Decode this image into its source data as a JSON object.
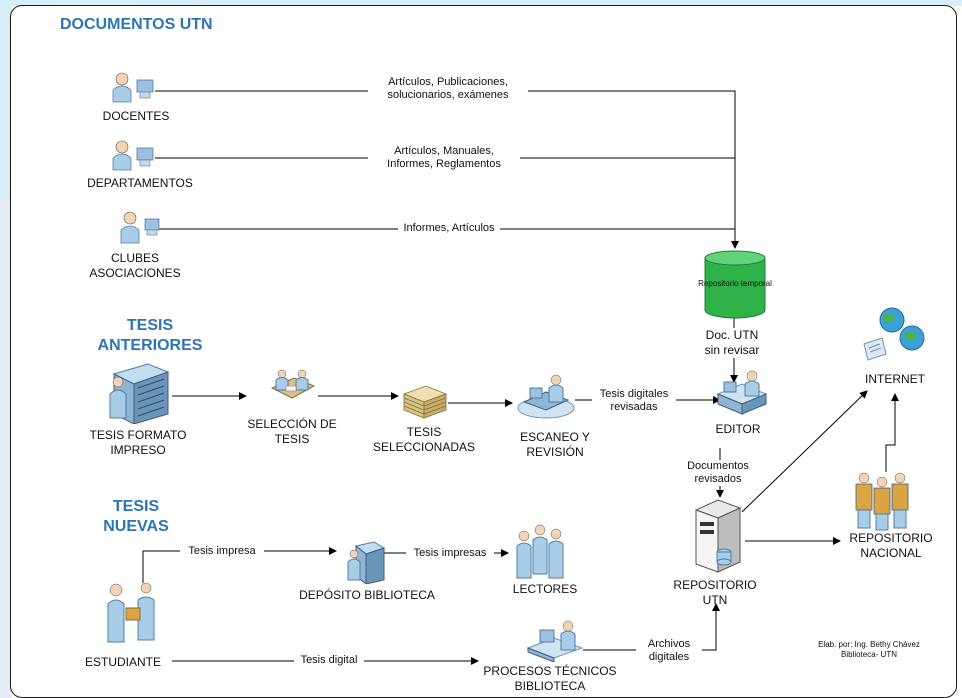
{
  "sections": {
    "documentos": "DOCUMENTOS UTN",
    "tesis_anteriores": "TESIS\nANTERIORES",
    "tesis_nuevas": "TESIS\nNUEVAS"
  },
  "nodes": {
    "docentes": "DOCENTES",
    "departamentos": "DEPARTAMENTOS",
    "clubes": "CLUBES\nASOCIACIONES",
    "repositorio_temporal": "Repositorio temporal",
    "doc_utn": "Doc. UTN\nsin revisar",
    "tesis_formato": "TESIS FORMATO\nIMPRESO",
    "seleccion": "SELECCIÓN DE\nTESIS",
    "tesis_seleccionadas": "TESIS\nSELECCIONADAS",
    "escaneo": "ESCANEO Y\nREVISIÓN",
    "editor": "EDITOR",
    "internet": "INTERNET",
    "estudiante": "ESTUDIANTE",
    "deposito": "DEPÓSITO BIBLIOTECA",
    "lectores": "LECTORES",
    "repositorio_utn": "REPOSITORIO\nUTN",
    "repositorio_nacional": "REPOSITORIO\nNACIONAL",
    "procesos": "PROCESOS TÉCNICOS\nBIBLIOTECA"
  },
  "edges": {
    "docentes": "Artículos, Publicaciones,\nsolucionarios, exámenes",
    "departamentos": "Artículos, Manuales,\nInformes, Reglamentos",
    "clubes": "Informes, Artículos",
    "tesis_digitales": "Tesis digitales\nrevisadas",
    "documentos_revisados": "Documentos\nrevisados",
    "tesis_impresa": "Tesis impresa",
    "tesis_impresas": "Tesis impresas",
    "tesis_digital": "Tesis digital",
    "archivos_digitales": "Archivos\ndigitales"
  },
  "credit": "Elab. por: Ing. Bethy Chávez\nBiblioteca- UTN"
}
